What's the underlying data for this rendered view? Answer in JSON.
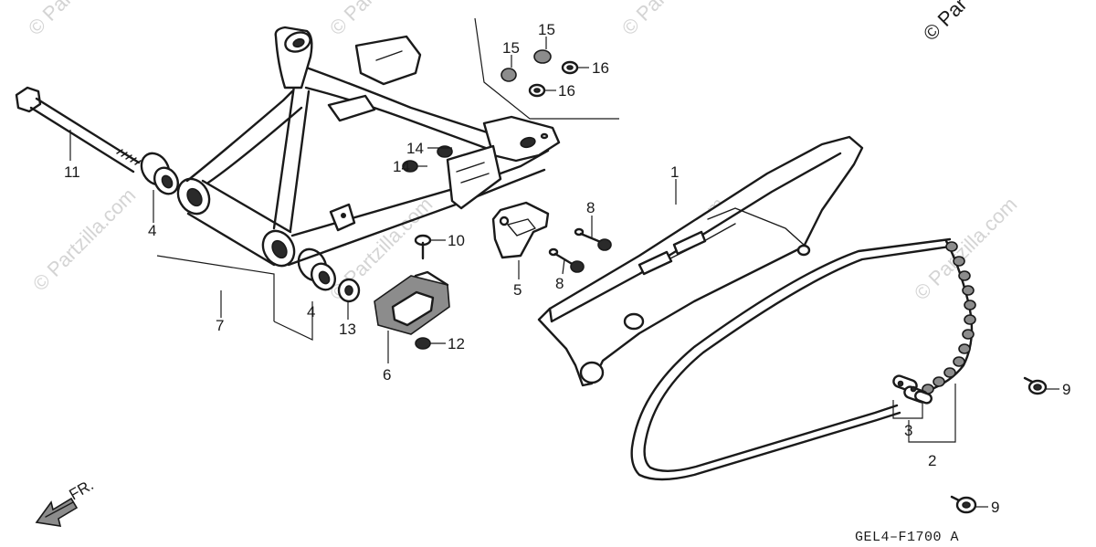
{
  "diagram": {
    "code": "GEL4–F1700 A",
    "copyright": "© Par",
    "direction_label": "FR.",
    "watermark": "© Partzilla.com",
    "callouts": {
      "c1": "1",
      "c2": "2",
      "c3": "3",
      "c4a": "4",
      "c4b": "4",
      "c5": "5",
      "c6": "6",
      "c7": "7",
      "c8a": "8",
      "c8b": "8",
      "c9a": "9",
      "c9b": "9",
      "c10": "10",
      "c11": "11",
      "c12": "12",
      "c13": "13",
      "c14a": "14",
      "c14b": "14",
      "c15a": "15",
      "c15b": "15",
      "c16a": "16",
      "c16b": "16"
    }
  }
}
